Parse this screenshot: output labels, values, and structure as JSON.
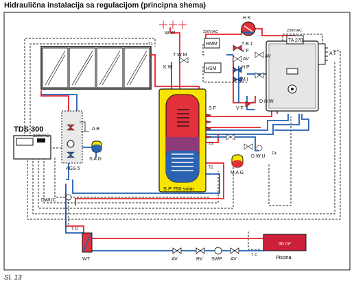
{
  "title": "Hidraulična instalacija sa regulacijom (principna shema)",
  "caption": "Sl. 13",
  "controller": {
    "name": "TDS 300",
    "voltage": "230V/AC"
  },
  "labels": {
    "ww": "W W",
    "kw": "K W",
    "twm": "T W M",
    "hmm": "HMM",
    "hsm": "HSM",
    "hk": "H K",
    "tb1": "T B 1",
    "vf_top": "V F",
    "av1": "AV",
    "hp": "H P",
    "av2": "AV",
    "mi": "M I",
    "volt_hmm": "230V/AC",
    "volt_boiler": "230V/AC",
    "ta270": "TA 270",
    "af": "A F",
    "dhw": "D H W",
    "vf_mid": "V F",
    "sf": "S F",
    "t3": "T3",
    "t2": "T2",
    "t4": "T4",
    "t1": "T1",
    "dwu": "D W U",
    "mag": "M A G",
    "sag": "S A G",
    "ab": "A B",
    "ags": "AGS 5",
    "dwuc": "DWUC",
    "t_d": "T D",
    "t_c": "T C",
    "wt": "WT",
    "av3": "AV",
    "rv": "RV",
    "swp": "SWP",
    "av4": "AV",
    "pool_area": "30 m²",
    "pool": "Piscina",
    "tank": "S P 750 solar"
  },
  "colors": {
    "hot": "#e8202a",
    "cold": "#1f5fb0",
    "wire": "#222222",
    "tank": "#f7e400",
    "pool": "#cc1f3a"
  }
}
